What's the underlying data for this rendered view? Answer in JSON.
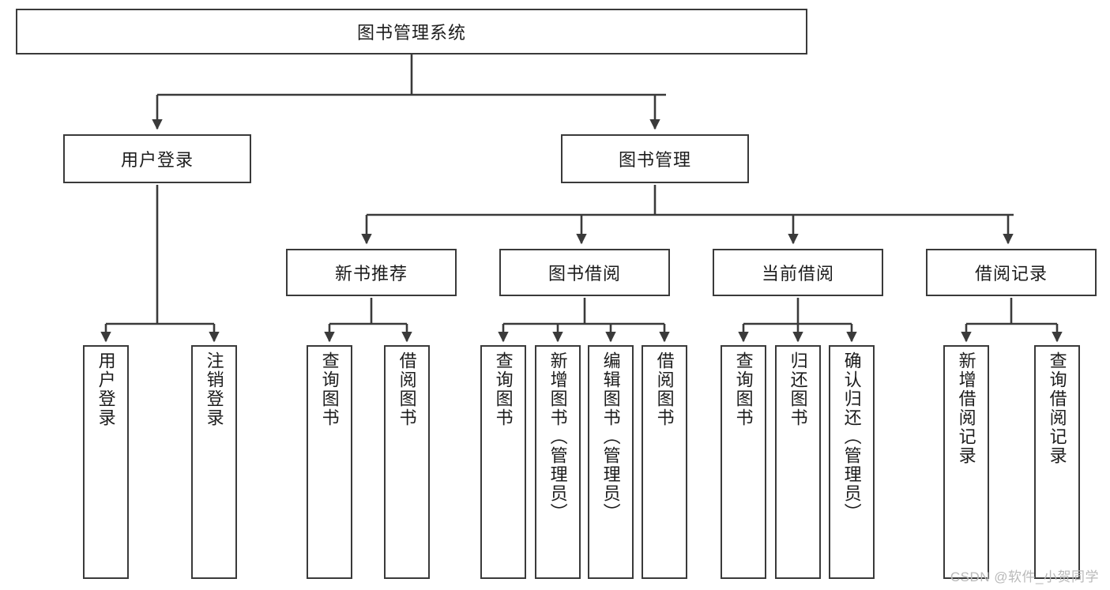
{
  "diagram": {
    "title": "图书管理系统",
    "type": "tree-hierarchy-diagram",
    "theme": {
      "stroke": "#3a3a3a",
      "fill": "#ffffff",
      "text": "#1c1c1c",
      "watermark_color": "#b9b9b9"
    },
    "root": {
      "label": "图书管理系统"
    },
    "level2": [
      {
        "label": "用户登录"
      },
      {
        "label": "图书管理"
      }
    ],
    "level3": [
      {
        "label": "新书推荐"
      },
      {
        "label": "图书借阅"
      },
      {
        "label": "当前借阅"
      },
      {
        "label": "借阅记录"
      }
    ],
    "leaves": {
      "user_login": [
        {
          "label": "用户登录"
        },
        {
          "label": "注销登录"
        }
      ],
      "new_book_recommend": [
        {
          "label": "查询图书"
        },
        {
          "label": "借阅图书"
        }
      ],
      "book_borrow": [
        {
          "label": "查询图书"
        },
        {
          "label": "新增图书（管理员）"
        },
        {
          "label": "编辑图书（管理员）"
        },
        {
          "label": "借阅图书"
        }
      ],
      "current_borrow": [
        {
          "label": "查询图书"
        },
        {
          "label": "归还图书"
        },
        {
          "label": "确认归还（管理员）"
        }
      ],
      "borrow_record": [
        {
          "label": "新增借阅记录"
        },
        {
          "label": "查询借阅记录"
        }
      ]
    }
  },
  "watermark": {
    "text": "CSDN @软件_小贺同学"
  }
}
